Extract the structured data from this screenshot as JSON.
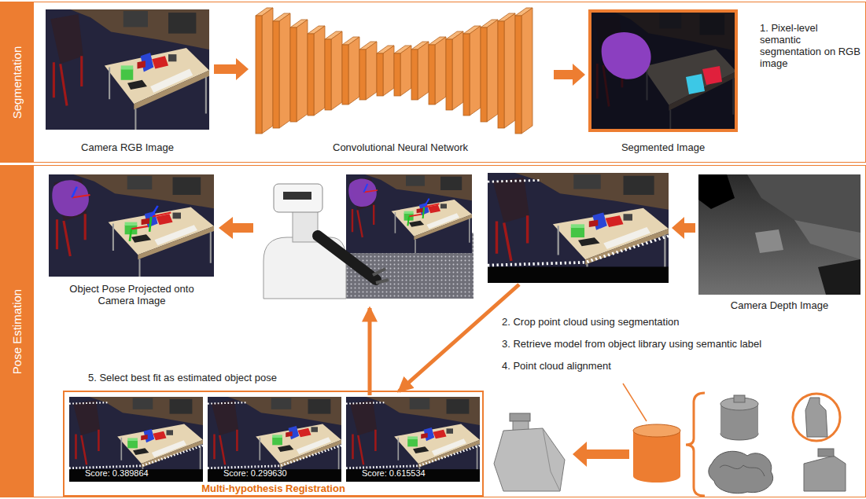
{
  "diagram": {
    "nodes": [
      {
        "text": [
          "Segmentation"
        ]
      },
      {
        "text": [
          "Camera RGB Image"
        ],
        "in": 0
      },
      {
        "text": [
          "Convolutional Neural Network"
        ],
        "in": 0
      },
      {
        "text": [
          "Segmented Image"
        ],
        "in": 0
      },
      {
        "text": [
          "Pose Estimation"
        ]
      },
      {
        "text": [
          "Object Pose Projected onto Camera Image"
        ],
        "in": 4
      },
      {
        "text": [
          "Camera Depth Image"
        ],
        "in": 4
      },
      {
        "text": [
          "Multi-hypothesis Registration"
        ],
        "in": 4
      },
      {
        "text": [
          "Score: 0.389864"
        ],
        "in": 7
      },
      {
        "text": [
          "Score: 0.299630"
        ],
        "in": 7
      },
      {
        "text": [
          "Score: 0.615534"
        ],
        "in": 7
      }
    ],
    "edges": [
      {
        "from": 1,
        "to": 2,
        "arrow": "to"
      },
      {
        "from": 2,
        "to": 3,
        "arrow": "to"
      }
    ],
    "labels": [
      "1. Pixel-level semantic segmentation on RGB image",
      "2. Crop point cloud using segmentation",
      "3. Retrieve model from object library using semantic label",
      "4. Point cloud alignment",
      "5. Select best fit as estimated object pose"
    ]
  }
}
